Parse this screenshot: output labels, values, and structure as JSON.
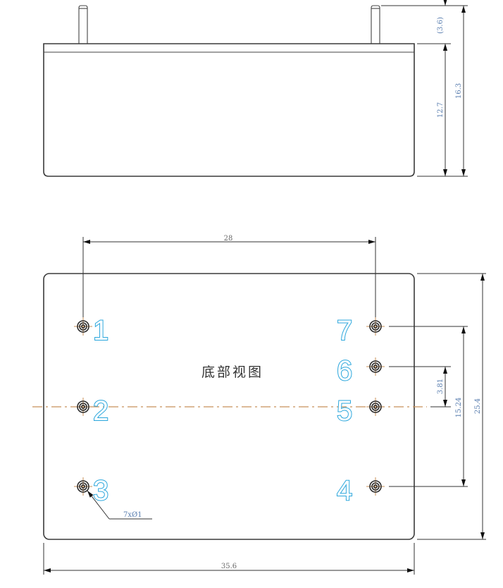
{
  "drawing": {
    "view_title": "底部视图",
    "hole_callout": "7xØ1",
    "colors": {
      "outline": "#3a3a3a",
      "center_line": "#c8905a",
      "pin_number": "#2aa6dc",
      "dimension_text": "#5b7fb0"
    }
  },
  "side_view": {
    "dimensions": {
      "pin_height": "(3.6)",
      "body_height": "12.7",
      "total_height": "16.3"
    }
  },
  "bottom_view": {
    "pins": [
      {
        "number": "1"
      },
      {
        "number": "2"
      },
      {
        "number": "3"
      },
      {
        "number": "4"
      },
      {
        "number": "5"
      },
      {
        "number": "6"
      },
      {
        "number": "7"
      }
    ],
    "dimensions": {
      "pin_row_spacing": "28",
      "pin_pitch": "3.81",
      "pin_span": "15.24",
      "body_width": "25.4",
      "body_length": "35.6"
    }
  }
}
